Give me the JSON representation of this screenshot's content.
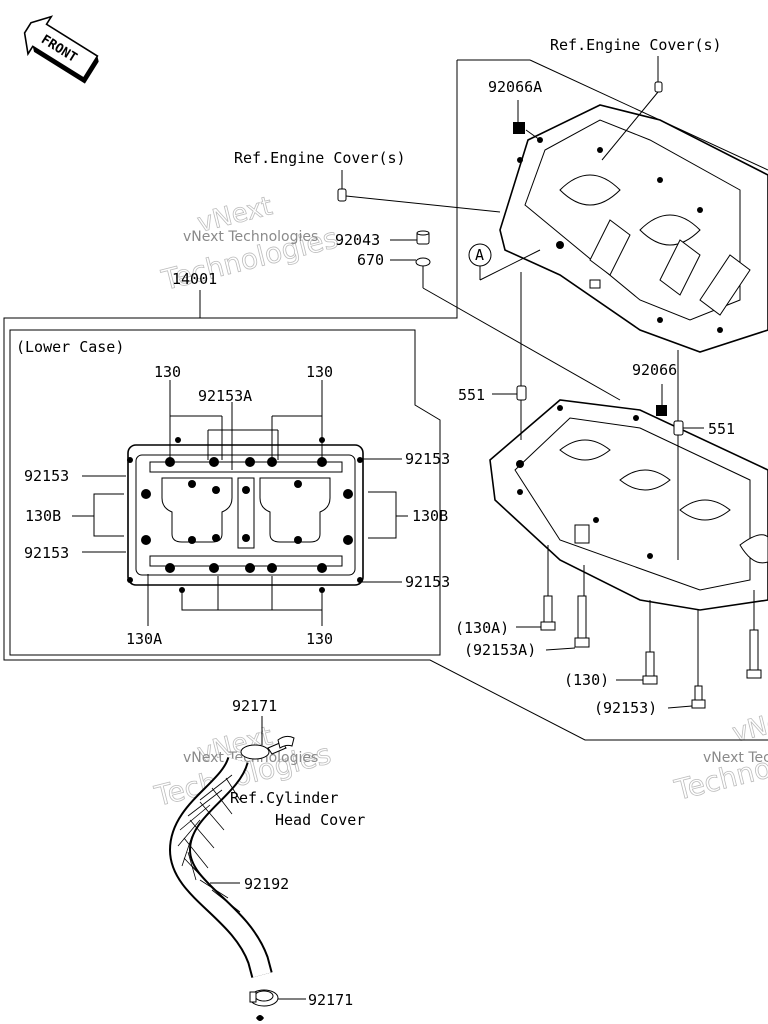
{
  "front_badge": "FRONT",
  "labels": {
    "ref_engine_cover_top": "Ref.Engine Cover(s)",
    "ref_engine_cover_mid": "Ref.Engine Cover(s)",
    "p92066A": "92066A",
    "p92043": "92043",
    "p670": "670",
    "callout_a": "A",
    "p14001": "14001",
    "lower_case": "(Lower Case)",
    "p130_tl": "130",
    "p92153A": "92153A",
    "p130_tr": "130",
    "p92153_l1": "92153",
    "p92153_r1": "92153",
    "p130B_l": "130B",
    "p130B_r": "130B",
    "p92153_l2": "92153",
    "p92153_r2": "92153",
    "p130A": "130A",
    "p130_b": "130",
    "p551_l": "551",
    "p92066": "92066",
    "p551_r": "551",
    "p130A_paren": "(130A)",
    "p92153A_paren": "(92153A)",
    "p130_paren": "(130)",
    "p92153_paren": "(92153)",
    "p92171_top": "92171",
    "ref_cyl_line1": "Ref.Cylinder",
    "ref_cyl_line2": "Head Cover",
    "p92192": "92192",
    "p92171_bottom": "92171"
  },
  "watermark": {
    "line1": "vNext",
    "line2": "Technologies",
    "small": "vNext Technologies"
  }
}
